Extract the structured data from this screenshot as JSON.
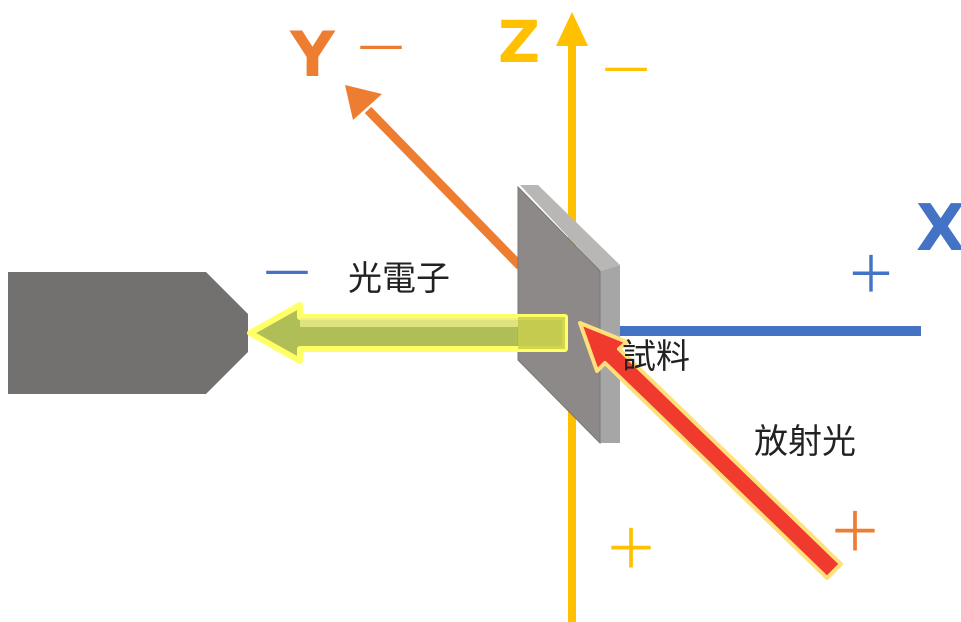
{
  "axes": {
    "x": {
      "label": "X",
      "minus": "—",
      "plus": "＋"
    },
    "y": {
      "label": "Y",
      "minus": "—",
      "plus": "＋"
    },
    "z": {
      "label": "Z",
      "minus": "—",
      "plus": "＋"
    }
  },
  "labels": {
    "photoelectron": "光電子",
    "sample": "試料",
    "radiation": "放射光"
  },
  "colors": {
    "x_axis": "#4472C4",
    "y_axis": "#ED7D31",
    "z_axis": "#FFC000",
    "radiation_fill": "#F03A2E",
    "radiation_edge": "#FFE07A",
    "photoelectron_fill": "#A9B84A",
    "photoelectron_edge": "#FFFF66",
    "sample_face": "#8C8988",
    "sample_edge": "#A6A6A6",
    "detector": "#737070",
    "text": "#222222"
  }
}
